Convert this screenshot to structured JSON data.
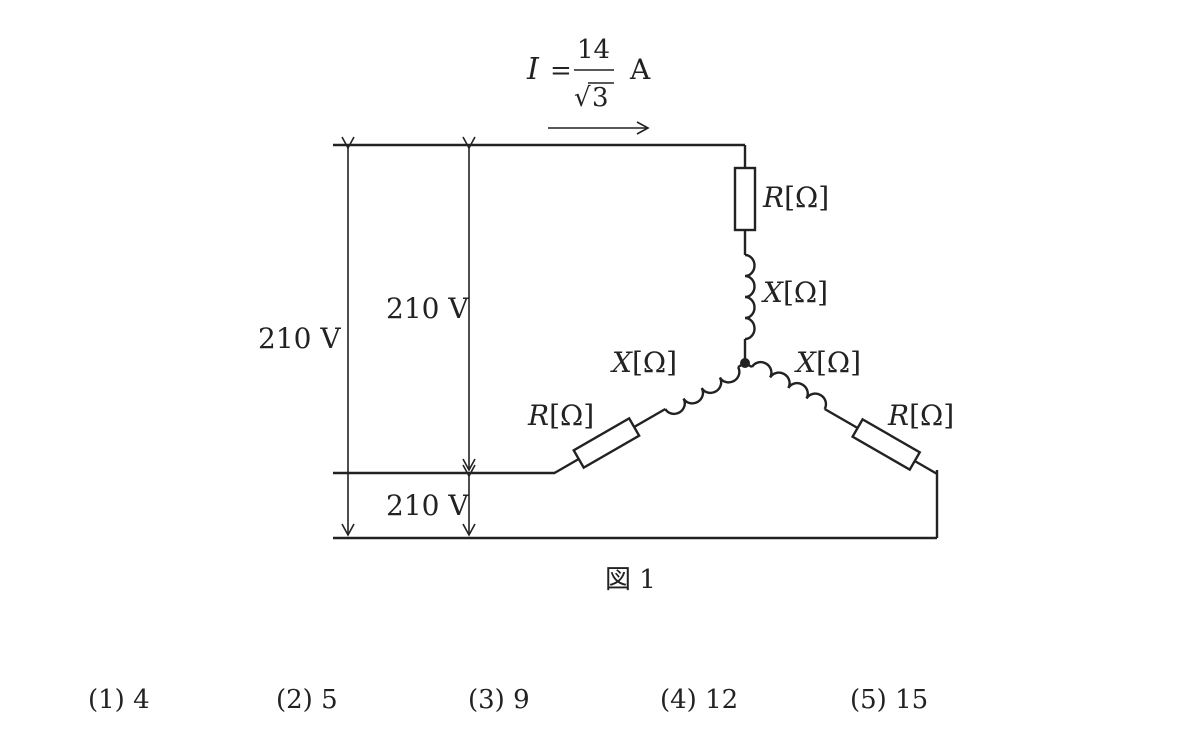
{
  "current": {
    "symbol": "I",
    "equals": "=",
    "numerator": "14",
    "radical": "√",
    "denominator": "3",
    "unit": "A"
  },
  "voltages": {
    "outer": "210 V",
    "inner_top": "210 V",
    "inner_bottom": "210 V"
  },
  "impedances": {
    "r_top": "R",
    "x_top": "X",
    "x_left": "X",
    "r_left": "R",
    "x_right": "X",
    "r_right": "R",
    "unit_bracket": "[Ω]"
  },
  "figure_label": "図 1",
  "choices": [
    "(1) 4",
    "(2) 5",
    "(3) 9",
    "(4) 12",
    "(5) 15"
  ]
}
